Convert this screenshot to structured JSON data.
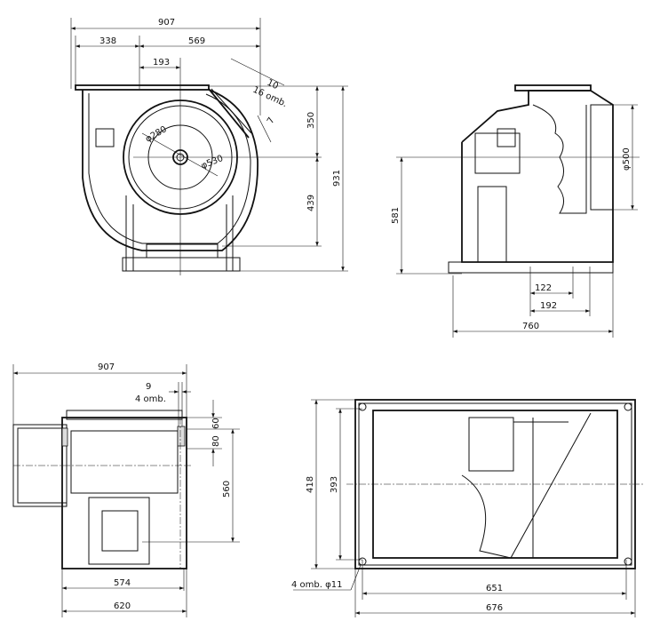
{
  "front_view": {
    "width_total": "907",
    "width_left": "338",
    "width_right": "569",
    "outlet_offset": "193",
    "hole_size": "10",
    "hole_count": "16 omb.",
    "flange_depth": "7",
    "inner_diameter": "φ280",
    "outer_diameter": "φ530",
    "height_upper": "350",
    "height_lower": "439",
    "height_total": "931"
  },
  "side_view": {
    "inlet_diameter": "φ500",
    "axis_height": "581",
    "base_width": "760",
    "offset_a": "122",
    "offset_b": "192"
  },
  "top_view": {
    "width_total": "907",
    "hole_size": "9",
    "hole_count": "4 omb.",
    "dim_60": "60",
    "dim_80": "80",
    "dim_560": "560",
    "base_inner": "574",
    "base_outer": "620"
  },
  "base_view": {
    "height_outer": "418",
    "height_inner": "393",
    "holes": "4 omb. φ11",
    "width_inner": "651",
    "width_outer": "676"
  }
}
